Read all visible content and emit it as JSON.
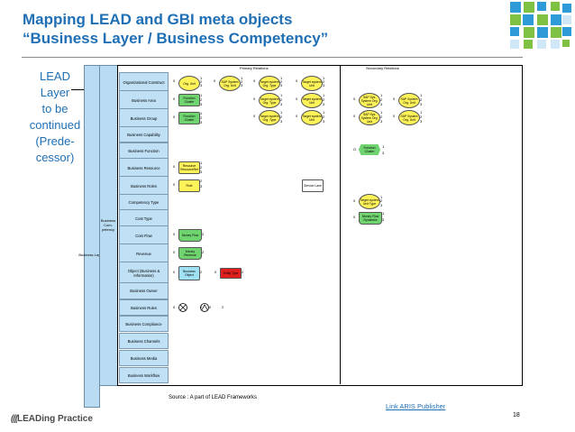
{
  "header": {
    "title_line1": "Mapping LEAD and GBI meta objects",
    "title_line2": "“Business Layer / Business Competency”"
  },
  "lead_note": [
    "LEAD",
    "Layer",
    "to be",
    "continued",
    "(Prede-",
    "cessor)"
  ],
  "columns": {
    "primary": "Primary Relations",
    "secondary": "Secondary Relations"
  },
  "bands": {
    "layer": "Business Layer",
    "competency": "Business Com-petency"
  },
  "rows": [
    "Organizational Construct",
    "Business Area",
    "Business Group",
    "Business Capability",
    "Business Function",
    "Business Resource",
    "Business Roles",
    "Competency Type",
    "Cost Type",
    "Cost Flow",
    "Revenue",
    "Object (Business & Information)",
    "Business Owner",
    "Business Rules",
    "Business Compliance",
    "Business Channels",
    "Business Media",
    "Business Workflow"
  ],
  "nodes": {
    "org_unit": "Org. Unit",
    "sap_org": "SAP System Org. Unit",
    "target_sys_org": "Target system Org. Type",
    "target_sys_unit": "Target system Unit",
    "sap_sys_org": "SAP Sys. System Org. Unit",
    "sap_org_unit": "SAP System Org. Unit",
    "func_cluster": "Function Cluster",
    "resource": "Resource ResourceRef",
    "role": "Role",
    "role_lane": "Service Lane",
    "target_impl": "Target system Unit Type",
    "money_flow": "Money Flow",
    "money_flow2": "Money Flow Dynamics",
    "revenue_obj": "Money Revenue",
    "business_obj": "Business Object",
    "red_obj": "Entity Type"
  },
  "num_labels": {
    "one": "1",
    "two": "2",
    "three": "3",
    "zero": "0",
    "o": "O"
  },
  "footer": {
    "source": "Source : A part of LEAD Frameworks",
    "link": "Link ARIS Publisher",
    "page_number": "18",
    "logo": "LEADing Practice"
  }
}
